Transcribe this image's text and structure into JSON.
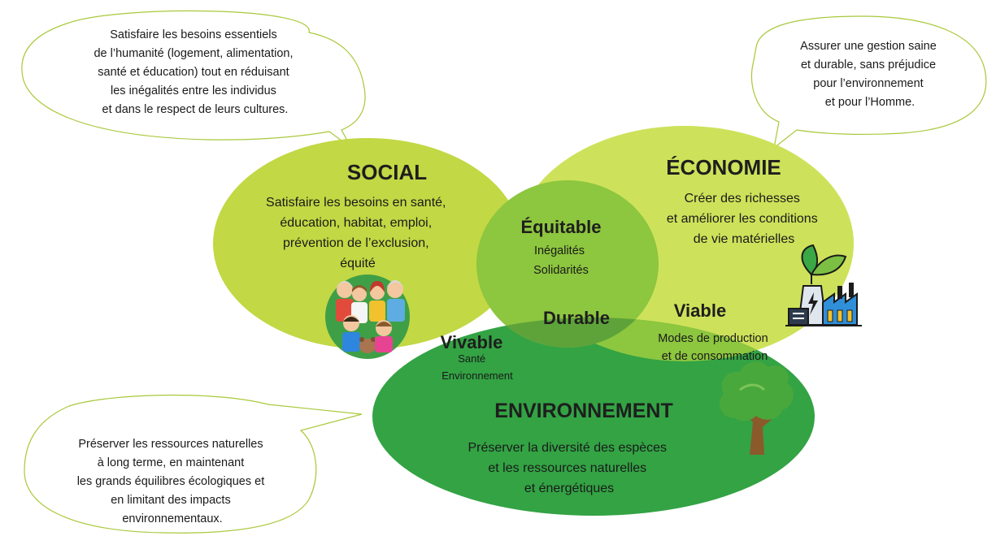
{
  "colors": {
    "social": "#c2d844",
    "economie": "#cde25a",
    "environnement": "#33a344",
    "equitable_overlap": "#8dc63f",
    "viable_overlap": "#8dc63f",
    "vivable_overlap": "#6fb640",
    "durable_center": "#5ea33a",
    "bubble_border": "#a8c83a"
  },
  "bubbles": {
    "social": [
      "Satisfaire les besoins essentiels",
      "de l’humanité (logement, alimentation,",
      "santé et éducation) tout en réduisant",
      "les inégalités entre les individus",
      "et dans le respect de leurs cultures."
    ],
    "economie": [
      "Assurer une gestion saine",
      "et durable, sans préjudice",
      "pour l’environnement",
      "et pour l’Homme."
    ],
    "environnement": [
      "Préserver les ressources naturelles",
      "à long terme, en maintenant",
      "les grands équilibres écologiques et",
      "en limitant des impacts",
      "environnementaux."
    ]
  },
  "circles": {
    "social": {
      "title": "SOCIAL",
      "lines": [
        "Satisfaire les besoins en santé,",
        "éducation, habitat, emploi,",
        "prévention de l’exclusion,",
        "équité"
      ]
    },
    "economie": {
      "title": "ÉCONOMIE",
      "lines": [
        "Créer des richesses",
        "et améliorer les conditions",
        "de vie matérielles"
      ]
    },
    "environnement": {
      "title": "ENVIRONNEMENT",
      "lines": [
        "Préserver la diversité des espèces",
        "et les ressources naturelles",
        "et énergétiques"
      ]
    }
  },
  "overlaps": {
    "equitable": {
      "title": "Équitable",
      "lines": [
        "Inégalités",
        "Solidarités"
      ]
    },
    "viable": {
      "title": "Viable",
      "lines": [
        "Modes de production",
        "et de consommation"
      ]
    },
    "vivable": {
      "title": "Vivable",
      "lines": [
        "Santé",
        "Environnement"
      ]
    },
    "durable": {
      "title": "Durable"
    }
  },
  "icons": {
    "social": "family-icon",
    "economie": "factory-leaf-icon",
    "environnement": "tree-icon"
  }
}
